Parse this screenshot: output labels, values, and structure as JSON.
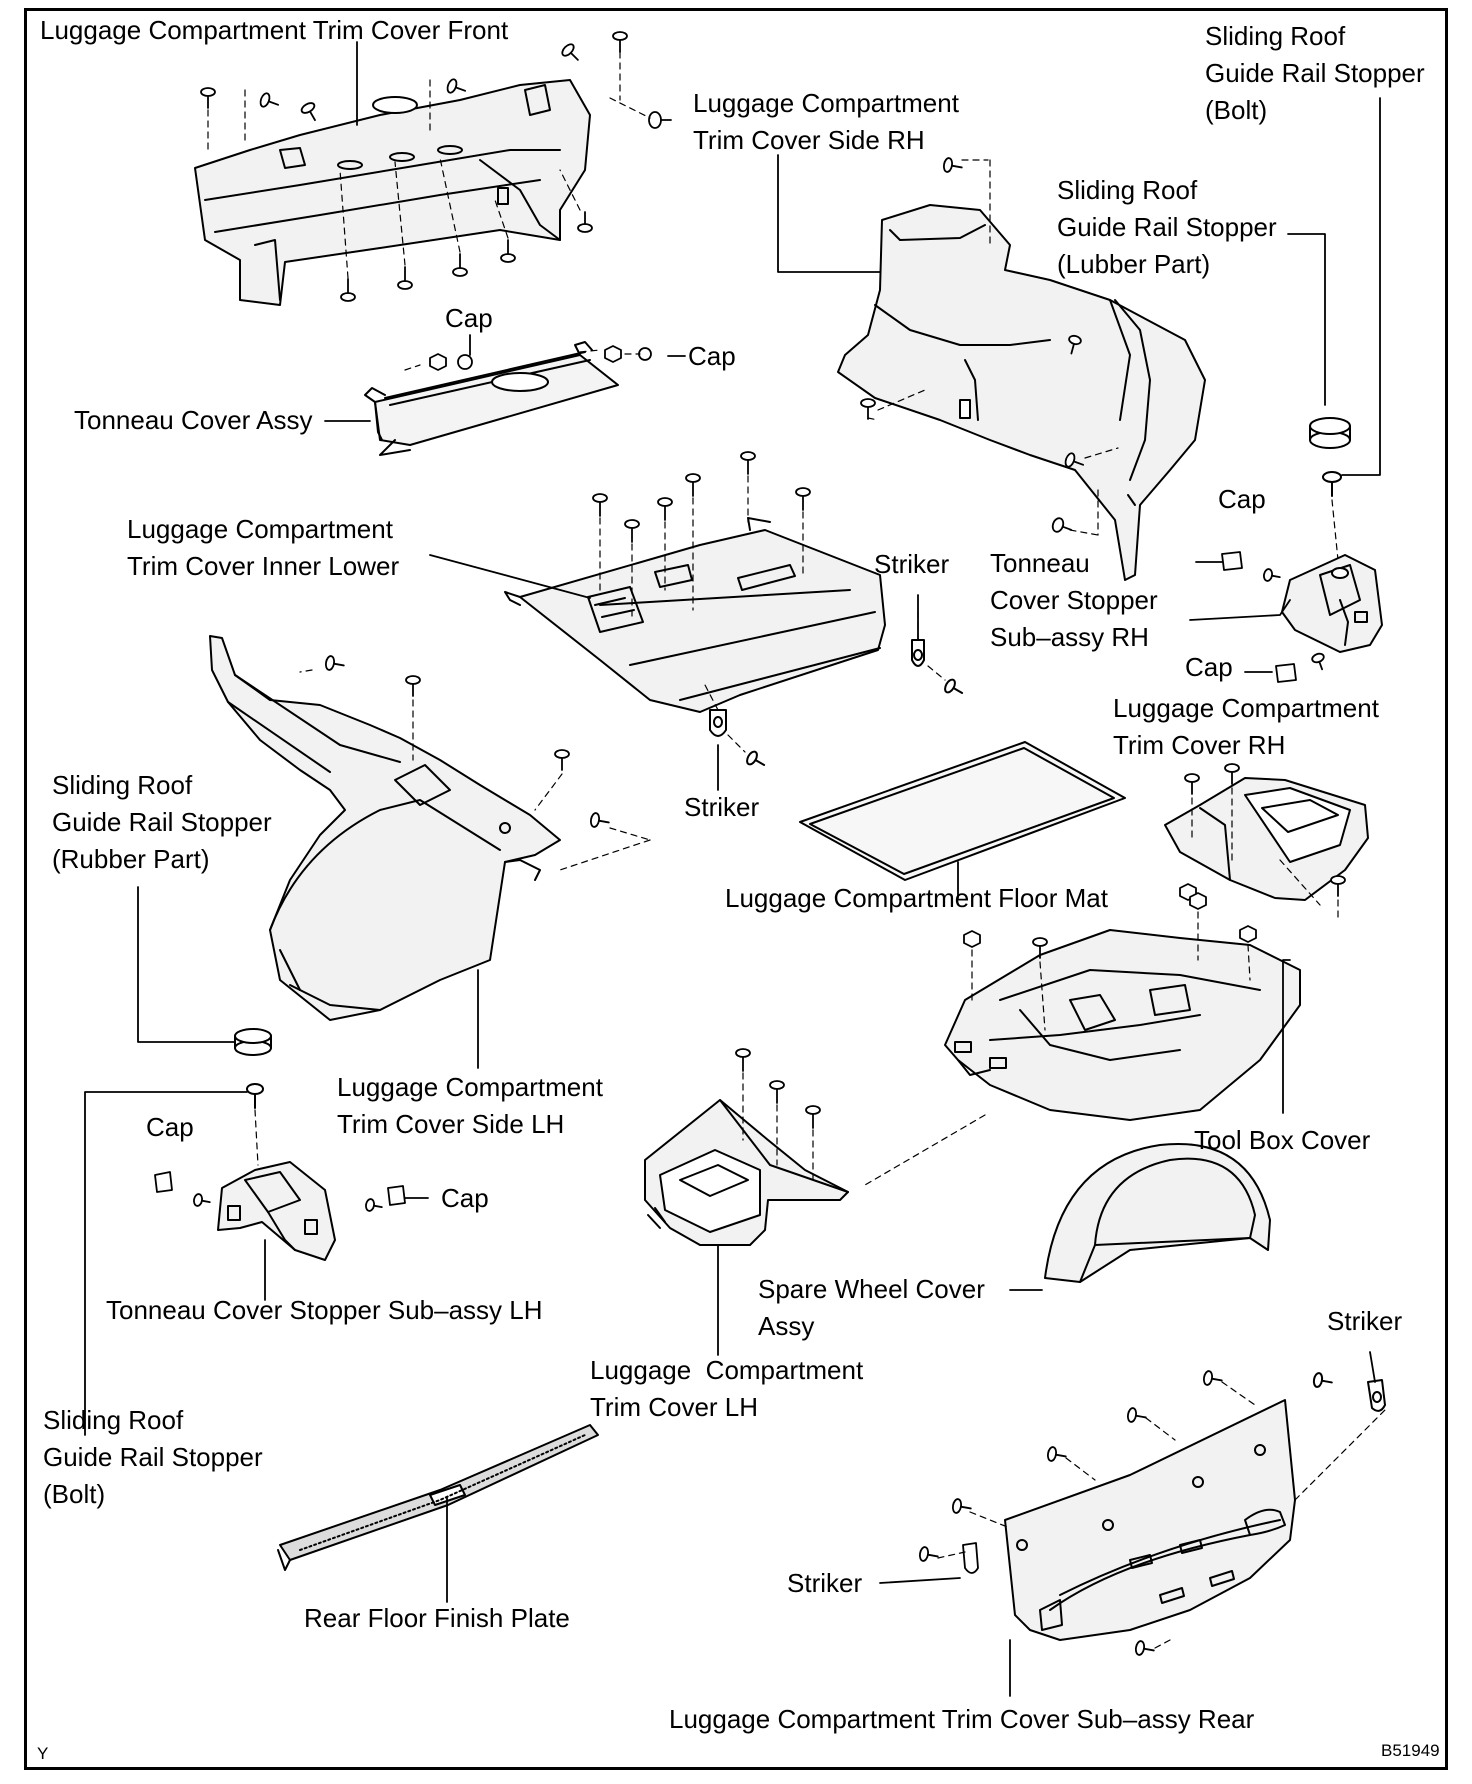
{
  "labels": {
    "trim_front": "Luggage Compartment Trim Cover Front",
    "trim_side_rh_1": "Luggage Compartment",
    "trim_side_rh_2": "Trim Cover Side RH",
    "sr_bolt_rh_1": "Sliding Roof",
    "sr_bolt_rh_2": "Guide Rail Stopper",
    "sr_bolt_rh_3": "(Bolt)",
    "sr_lubber_1": "Sliding Roof",
    "sr_lubber_2": "Guide Rail Stopper",
    "sr_lubber_3": "(Lubber Part)",
    "cap_top_center": "Cap",
    "cap_top_right": "Cap",
    "tonneau_assy": "Tonneau Cover Assy",
    "inner_lower_1": "Luggage Compartment",
    "inner_lower_2": "Trim Cover Inner Lower",
    "striker_upper": "Striker",
    "tonneau_stopper_rh_1": "Tonneau",
    "tonneau_stopper_rh_2": "Cover Stopper",
    "tonneau_stopper_rh_3": "Sub–assy RH",
    "cap_rh_upper": "Cap",
    "cap_rh_lower": "Cap",
    "trim_rh_1": "Luggage Compartment",
    "trim_rh_2": "Trim Cover RH",
    "sr_rubber_lh_1": "Sliding Roof",
    "sr_rubber_lh_2": "Guide Rail Stopper",
    "sr_rubber_lh_3": "(Rubber Part)",
    "striker_middle": "Striker",
    "floor_mat": "Luggage Compartment Floor Mat",
    "trim_side_lh_1": "Luggage Compartment",
    "trim_side_lh_2": "Trim Cover Side LH",
    "tool_box": "Tool Box Cover",
    "cap_lh_left": "Cap",
    "cap_lh_right": "Cap",
    "tonneau_stopper_lh": "Tonneau Cover Stopper Sub–assy LH",
    "spare_wheel_1": "Spare Wheel Cover",
    "spare_wheel_2": "Assy",
    "striker_right": "Striker",
    "trim_lh_1": "Luggage  Compartment",
    "trim_lh_2": "Trim Cover LH",
    "sr_bolt_lh_1": "Sliding Roof",
    "sr_bolt_lh_2": "Guide Rail Stopper",
    "sr_bolt_lh_3": "(Bolt)",
    "striker_lower": "Striker",
    "rear_floor": "Rear Floor Finish Plate",
    "trim_rear": "Luggage Compartment Trim Cover Sub–assy Rear",
    "corner_y": "Y",
    "figure_code": "B51949"
  }
}
